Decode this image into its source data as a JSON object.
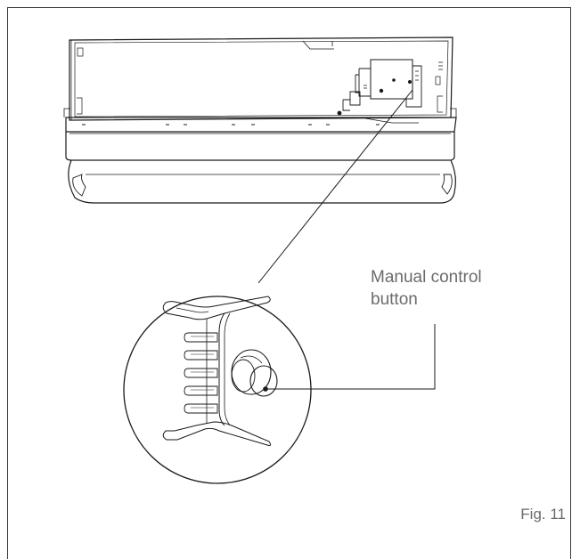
{
  "figure": {
    "callout_label": "Manual control\nbutton",
    "caption": "Fig. 11"
  },
  "colors": {
    "line": "#1a1a1a",
    "text": "#6b6b6b",
    "frame": "#3a3a3a"
  },
  "icons": {
    "unit": "indoor-ac-unit-drawing",
    "detail": "magnified-detail-circle",
    "button": "manual-control-button"
  }
}
